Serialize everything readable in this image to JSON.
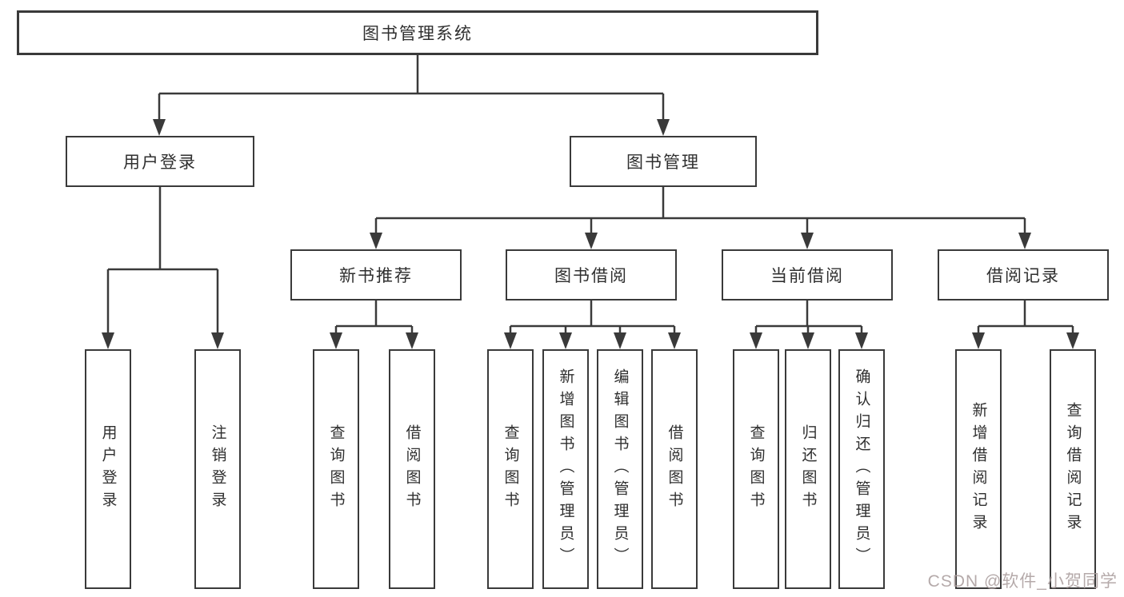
{
  "watermark": "CSDN @软件_小贺同学",
  "colors": {
    "line": "#3a3a3a",
    "box_border": "#3a3a3a",
    "text": "#2f2f2f",
    "watermark": "#ab9e9e",
    "background": "#ffffff"
  },
  "tree": {
    "label": "图书管理系统",
    "children": [
      {
        "label": "用户登录",
        "children": [
          {
            "label": "用户登录"
          },
          {
            "label": "注销登录"
          }
        ]
      },
      {
        "label": "图书管理",
        "children": [
          {
            "label": "新书推荐",
            "children": [
              {
                "label": "查询图书"
              },
              {
                "label": "借阅图书"
              }
            ]
          },
          {
            "label": "图书借阅",
            "children": [
              {
                "label": "查询图书"
              },
              {
                "label": "新增图书（管理员）"
              },
              {
                "label": "编辑图书（管理员）"
              },
              {
                "label": "借阅图书"
              }
            ]
          },
          {
            "label": "当前借阅",
            "children": [
              {
                "label": "查询图书"
              },
              {
                "label": "归还图书"
              },
              {
                "label": "确认归还（管理员）"
              }
            ]
          },
          {
            "label": "借阅记录",
            "children": [
              {
                "label": "新增借阅记录"
              },
              {
                "label": "查询借阅记录"
              }
            ]
          }
        ]
      }
    ]
  }
}
